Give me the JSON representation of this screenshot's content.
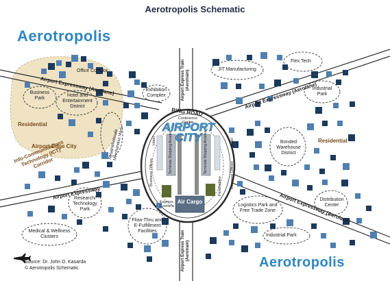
{
  "title": "Aerotropolis Schematic",
  "brand_top": "Aerotropolis",
  "brand_bottom": "Aerotropolis",
  "zones": {
    "office_corridor": "Office Corridor",
    "business_park": "Business Park",
    "hotel_entertainment": "Hotel and Entertainment District",
    "residential_left": "Residential",
    "airport_edge_city": "Airport Edge City",
    "exhibition": "Exhibition Complex",
    "retail": "Retail/Wholesale Merchandise Marts",
    "ict": "Info-Communications Technology (ICT) Corridor",
    "research": "Research/ Technology Park",
    "medical": "Medical & Wellness Clusters",
    "flow_thru": "Flow-Thru and E-Fulfillment Facilities",
    "jit": "JIT Manufacturing",
    "flex_tech": "Flex Tech",
    "industrial_park_top": "Industrial Park",
    "bonded": "Bonded Warehouse District",
    "residential_right": "Residential",
    "logistics": "Logistics Park and Free Trade Zone",
    "distribution": "Distribution Center",
    "industrial_park_bottom": "Industrial Park"
  },
  "roads": {
    "ring_road": "RING ROAD",
    "expressway_left_top": "Airport Expressway (Aerolane)",
    "expressway_right_top": "Airport Expressway (Aerolane)",
    "expressway_left_bottom": "Airport Expressway",
    "expressway_right_bottom": "Airport Expressway (Aerolane)",
    "train_top": "Airport Express Train (Aerotrain)",
    "train_bottom": "Airport Express Train (Aerotrain)"
  },
  "airport_city": {
    "label": "AIRPORT CITY",
    "conference": "Conference Center",
    "business_offices_left": "Business Offices",
    "hotel_left": "Hotel",
    "business_offices_right": "Business Offices",
    "hotel_right": "Hotel",
    "terminal_left": "Terminals Shopping Arcades",
    "terminal_right": "Terminals Shopping Arcades",
    "express_couriers": "Express Couriers",
    "perishables": "Perishables",
    "air_cargo": "Air Cargo"
  },
  "source": {
    "line1": "Source: Dr. John D. Kasarda",
    "line2": "© Aerotropolis Schematic"
  },
  "icons": [
    "airplane-icon"
  ],
  "colors": {
    "brand_blue": "#2e86c1",
    "block_dark": "#1b3a5c",
    "block_light": "#4f7fb0",
    "edge_city_fill": "#efe3c4",
    "green_block": "#5b6b2f",
    "runway": "#888888"
  }
}
